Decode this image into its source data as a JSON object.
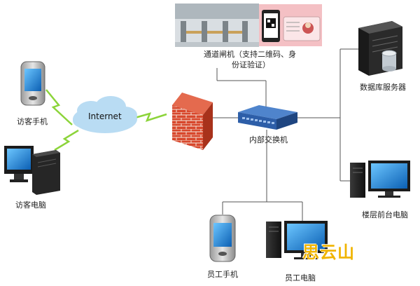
{
  "nodes": {
    "gate": {
      "label_line1": "通道闸机（支持二维码、身",
      "label_line2": "份证验证）"
    },
    "db_server": {
      "label": "数据库服务器"
    },
    "visitor_phone": {
      "label": "访客手机"
    },
    "internet": {
      "label": "Internet"
    },
    "firewall": {
      "label": ""
    },
    "switch": {
      "label": "内部交换机"
    },
    "visitor_pc": {
      "label": "访客电脑"
    },
    "floor_pc": {
      "label": "楼层前台电脑"
    },
    "staff_phone": {
      "label": "员工手机"
    },
    "staff_pc": {
      "label": "员工电脑"
    }
  },
  "watermark": "思云山",
  "colors": {
    "line": "#555555",
    "wireless": "#8cd43a",
    "cloud": "#b9dcf3",
    "brick": "#d8472c",
    "switch": "#2d5ea8",
    "screen": "#1a86d9"
  }
}
